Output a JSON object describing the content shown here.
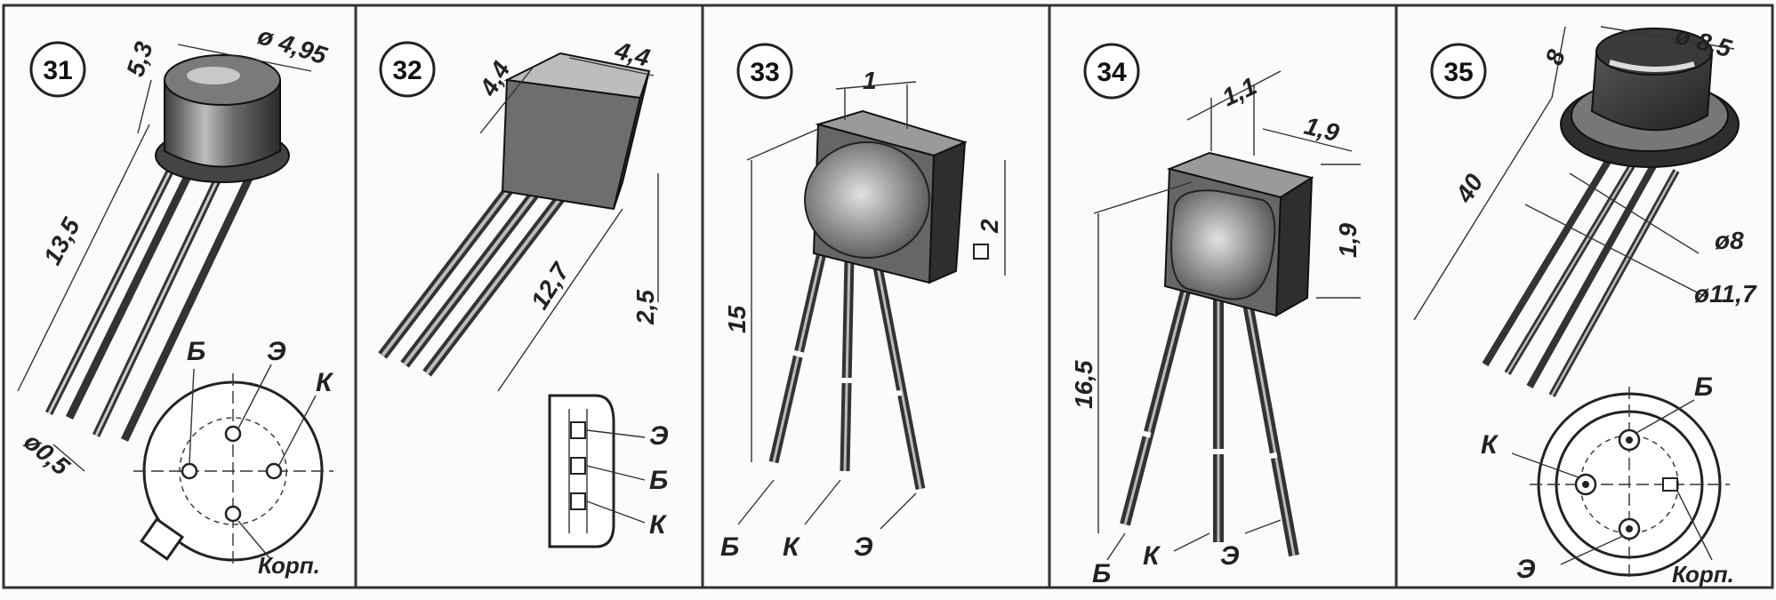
{
  "panels": [
    {
      "number": "31",
      "dims": [
        "5,3",
        "ø 4,95",
        "13,5",
        "ø0,5"
      ],
      "pins": [
        "Б",
        "Э",
        "К",
        "Корп."
      ]
    },
    {
      "number": "32",
      "dims": [
        "4,4",
        "4,4",
        "12,7",
        "2,5"
      ],
      "pins": [
        "Э",
        "Б",
        "К"
      ]
    },
    {
      "number": "33",
      "dims": [
        "1",
        "15",
        "2"
      ],
      "pins": [
        "Б",
        "К",
        "Э"
      ]
    },
    {
      "number": "34",
      "dims": [
        "1,1",
        "1,9",
        "1,9",
        "16,5"
      ],
      "pins": [
        "Б",
        "К",
        "Э"
      ]
    },
    {
      "number": "35",
      "dims": [
        "8",
        "ø 8,5",
        "40",
        "ø8",
        "ø11,7"
      ],
      "pins": [
        "Б",
        "К",
        "Э",
        "Корп."
      ]
    }
  ]
}
